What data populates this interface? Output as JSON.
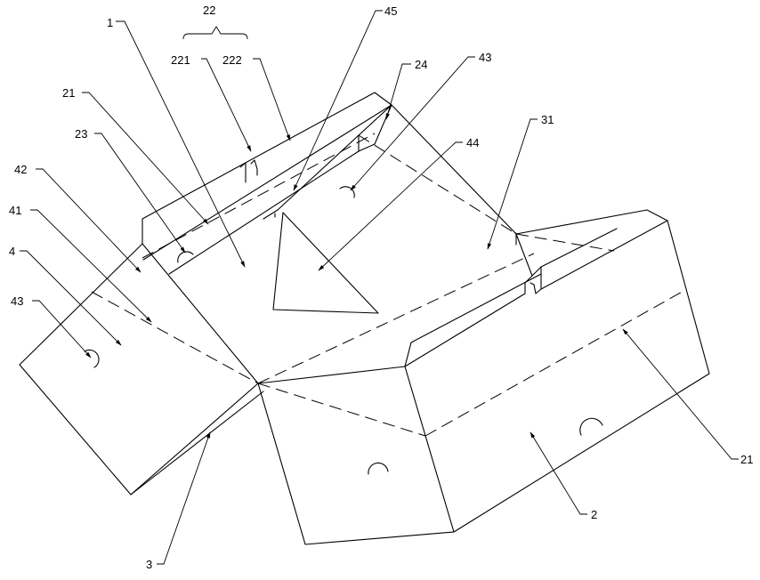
{
  "diagram": {
    "labels": {
      "l22": "22",
      "l221": "221",
      "l222": "222",
      "l1": "1",
      "l45": "45",
      "l24": "24",
      "l43_top": "43",
      "l21_left": "21",
      "l23": "23",
      "l44": "44",
      "l31": "31",
      "l42": "42",
      "l41": "41",
      "l4": "4",
      "l43_left": "43",
      "l21_right": "21",
      "l2": "2",
      "l3": "3"
    }
  }
}
